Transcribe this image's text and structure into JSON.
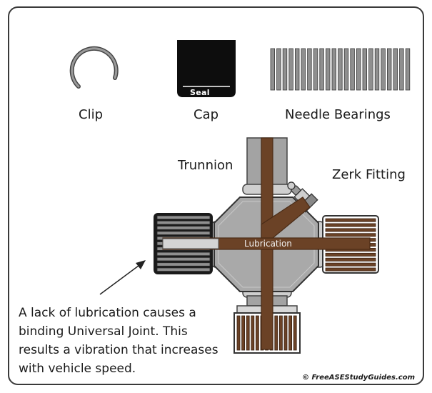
{
  "parts": {
    "clip": "Clip",
    "cap": "Cap",
    "seal": "Seal",
    "needle_bearings": "Needle Bearings"
  },
  "assembly": {
    "trunnion": "Trunnion",
    "zerk_fitting": "Zerk Fitting",
    "lubrication": "Lubrication"
  },
  "note": {
    "lines": [
      "A lack of lubrication causes a",
      "binding Universal Joint. This",
      "results a vibration that increases",
      "with vehicle speed."
    ]
  },
  "credit": "© FreeASEStudyGuides.com",
  "colors": {
    "oil_channel": "#6b4226",
    "oil_border": "#4a2c17",
    "metal": "#a9a9a9",
    "metal_light": "#d6d6d6",
    "cap_black": "#0d0d0d"
  }
}
